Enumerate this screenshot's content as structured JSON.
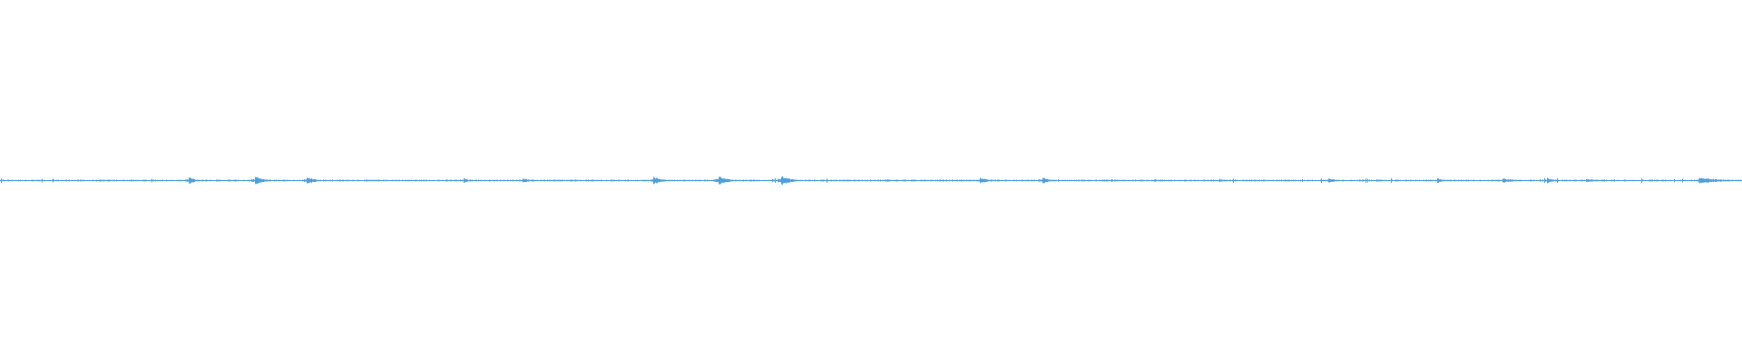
{
  "waveform": {
    "color": "#4a9fdc",
    "baseline_color": "#5aaae0",
    "background": "#ffffff",
    "bursts": [
      {
        "pos": 0.108,
        "amp": 0.55,
        "width": 0.012
      },
      {
        "pos": 0.146,
        "amp": 0.62,
        "width": 0.016
      },
      {
        "pos": 0.176,
        "amp": 0.7,
        "width": 0.012
      },
      {
        "pos": 0.266,
        "amp": 0.35,
        "width": 0.012
      },
      {
        "pos": 0.3,
        "amp": 0.4,
        "width": 0.01
      },
      {
        "pos": 0.375,
        "amp": 0.55,
        "width": 0.014
      },
      {
        "pos": 0.412,
        "amp": 0.8,
        "width": 0.014
      },
      {
        "pos": 0.448,
        "amp": 0.9,
        "width": 0.014
      },
      {
        "pos": 0.508,
        "amp": 0.25,
        "width": 0.01
      },
      {
        "pos": 0.562,
        "amp": 0.4,
        "width": 0.018
      },
      {
        "pos": 0.598,
        "amp": 0.55,
        "width": 0.01
      },
      {
        "pos": 0.662,
        "amp": 0.2,
        "width": 0.012
      },
      {
        "pos": 0.7,
        "amp": 0.25,
        "width": 0.012
      },
      {
        "pos": 0.762,
        "amp": 0.4,
        "width": 0.014
      },
      {
        "pos": 0.825,
        "amp": 0.35,
        "width": 0.01
      },
      {
        "pos": 0.862,
        "amp": 0.35,
        "width": 0.024
      },
      {
        "pos": 0.888,
        "amp": 0.45,
        "width": 0.01
      },
      {
        "pos": 0.91,
        "amp": 0.3,
        "width": 0.02
      },
      {
        "pos": 0.975,
        "amp": 0.45,
        "width": 0.04
      }
    ]
  }
}
